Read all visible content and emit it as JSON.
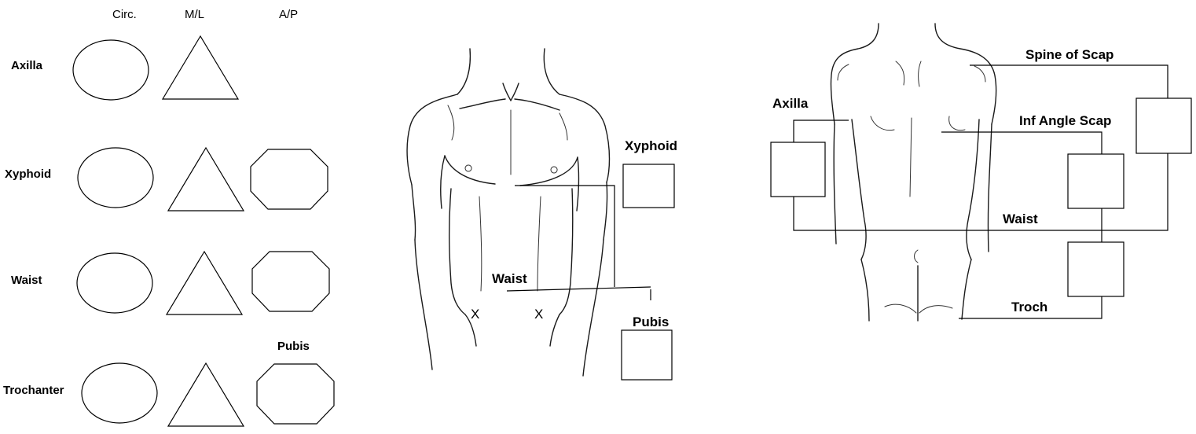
{
  "left_panel": {
    "column_headers": [
      "Circ.",
      "M/L",
      "A/P"
    ],
    "row_labels": [
      "Axilla",
      "Xyphoid",
      "Waist",
      "Trochanter"
    ],
    "pubis_label": "Pubis"
  },
  "front_view": {
    "labels": {
      "xyphoid": "Xyphoid",
      "waist": "Waist",
      "pubis": "Pubis"
    },
    "asis_marks": [
      "X",
      "X"
    ]
  },
  "back_view": {
    "labels": {
      "spine_of_scap": "Spine of Scap",
      "axilla": "Axilla",
      "inf_angle_scap": "Inf Angle Scap",
      "waist": "Waist",
      "troch": "Troch"
    }
  }
}
